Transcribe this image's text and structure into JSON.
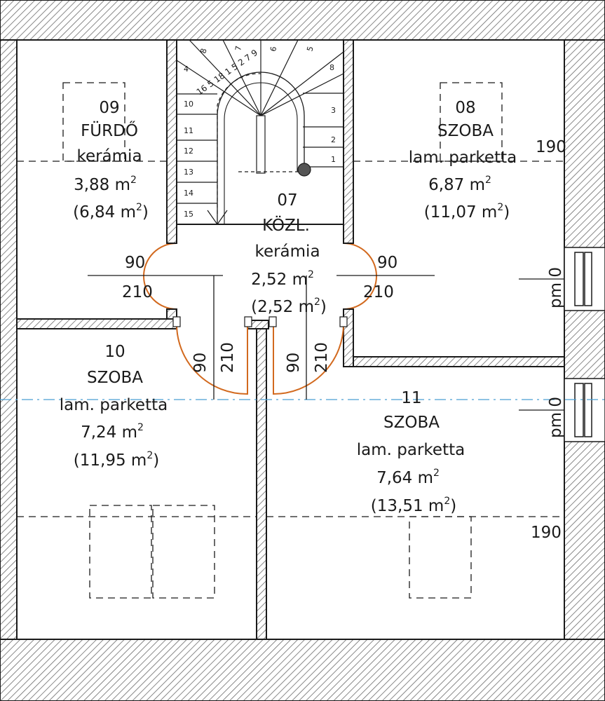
{
  "colors": {
    "wall": "#1a1a1a",
    "hatch": "#6b6b6b",
    "door": "#d2691e",
    "axis": "#4a9fd4",
    "text": "#1a1a1a"
  },
  "rooms": [
    {
      "number": "09",
      "name": "FÜRDŐ",
      "floor": "kerámia",
      "area": "3,88 m",
      "area_sup": "2",
      "gross": "(6,84 m",
      "gross_sup": "2",
      "gross_close": ")"
    },
    {
      "number": "08",
      "name": "SZOBA",
      "floor": "lam. parketta",
      "area": "6,87 m",
      "area_sup": "2",
      "gross": "(11,07 m",
      "gross_sup": "2",
      "gross_close": ")"
    },
    {
      "number": "07",
      "name": "KÖZL.",
      "floor": "kerámia",
      "area": "2,52 m",
      "area_sup": "2",
      "gross": "(2,52 m",
      "gross_sup": "2",
      "gross_close": ")"
    },
    {
      "number": "10",
      "name": "SZOBA",
      "floor": "lam. parketta",
      "area": "7,24 m",
      "area_sup": "2",
      "gross": "(11,95 m",
      "gross_sup": "2",
      "gross_close": ")"
    },
    {
      "number": "11",
      "name": "SZOBA",
      "floor": "lam. parketta",
      "area": "7,64 m",
      "area_sup": "2",
      "gross": "(13,51 m",
      "gross_sup": "2",
      "gross_close": ")"
    }
  ],
  "doors": [
    {
      "width": "90",
      "height": "210"
    },
    {
      "width": "90",
      "height": "210"
    },
    {
      "width": "90",
      "height": "210"
    },
    {
      "width": "90",
      "height": "210"
    }
  ],
  "window_sills": [
    "190",
    "190"
  ],
  "parapets": [
    "pm 0",
    "pm 0"
  ],
  "stair_steps": [
    "1",
    "2",
    "3",
    "4",
    "5",
    "6",
    "7",
    "8",
    "9",
    "10",
    "11",
    "12",
    "13",
    "14",
    "15"
  ]
}
